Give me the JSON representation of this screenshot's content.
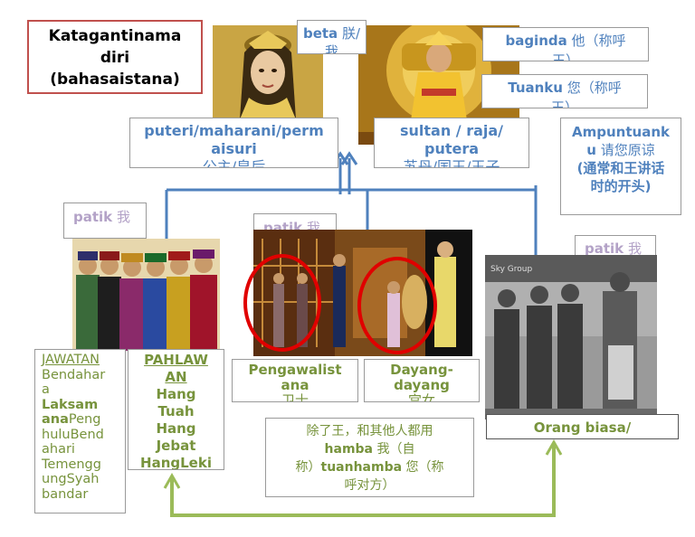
{
  "title": {
    "line1": "Katagantinama",
    "line2": "diri",
    "line3": "(bahasaistana)"
  },
  "beta": {
    "term": "beta",
    "zh": "朕/",
    "zh2": "我"
  },
  "baginda": {
    "term": "baginda",
    "zh": "他（称呼",
    "zh2": "王）"
  },
  "tuanku": {
    "term": "Tuanku",
    "zh": "您（称呼",
    "zh2": "王）"
  },
  "puteri": {
    "line1": "puteri/maharani/perm",
    "line2": "aisuri",
    "line3": "公主/皇后"
  },
  "sultan": {
    "line1": "sultan / raja/",
    "line2": "putera",
    "line3": "苏丹/国王/王子"
  },
  "ampun": {
    "line1a": "Ampuntuank",
    "line2a": "u",
    "line2b": "请您原谅",
    "line3": "(通常和王讲话",
    "line4": "时的开头)"
  },
  "patik_left": {
    "term": "patik",
    "zh": "我"
  },
  "patik_mid": {
    "term": "patik",
    "zh": "我"
  },
  "patik_right": {
    "term": "patik",
    "zh": "我"
  },
  "jawatan": {
    "header": "JAWATAN",
    "items": [
      "Bendahar",
      "a",
      "Laksam",
      "anaPeng",
      "huluBend",
      "ahari",
      "Temengg",
      "ungSyah",
      "bandar"
    ]
  },
  "pahlawan": {
    "header1": "PAHLAW",
    "header2": "AN",
    "names": [
      "Hang",
      "Tuah",
      "Hang",
      "Jebat",
      "HangLeki"
    ]
  },
  "pengawal": {
    "line1": "Pengawalist",
    "line2": "ana",
    "line3": "卫士"
  },
  "dayang": {
    "line1": "Dayang-",
    "line2": "dayang",
    "line3": "宫女"
  },
  "orang": {
    "text": "Orang biasa/"
  },
  "hamba": {
    "line1": "除了王，和其他人都用",
    "l2a": "hamba",
    "l2b": "我（自",
    "l3a": "称）",
    "l3b": "tuanhamba",
    "l3c": "您（称",
    "line4": "呼对方）"
  },
  "colors": {
    "blue_text": "#4f81bd",
    "purple_text": "#b3a2c7",
    "green_text": "#77933c",
    "blue_line": "#4f81bd",
    "green_line": "#9bbb59",
    "red_circle": "#e00000"
  }
}
